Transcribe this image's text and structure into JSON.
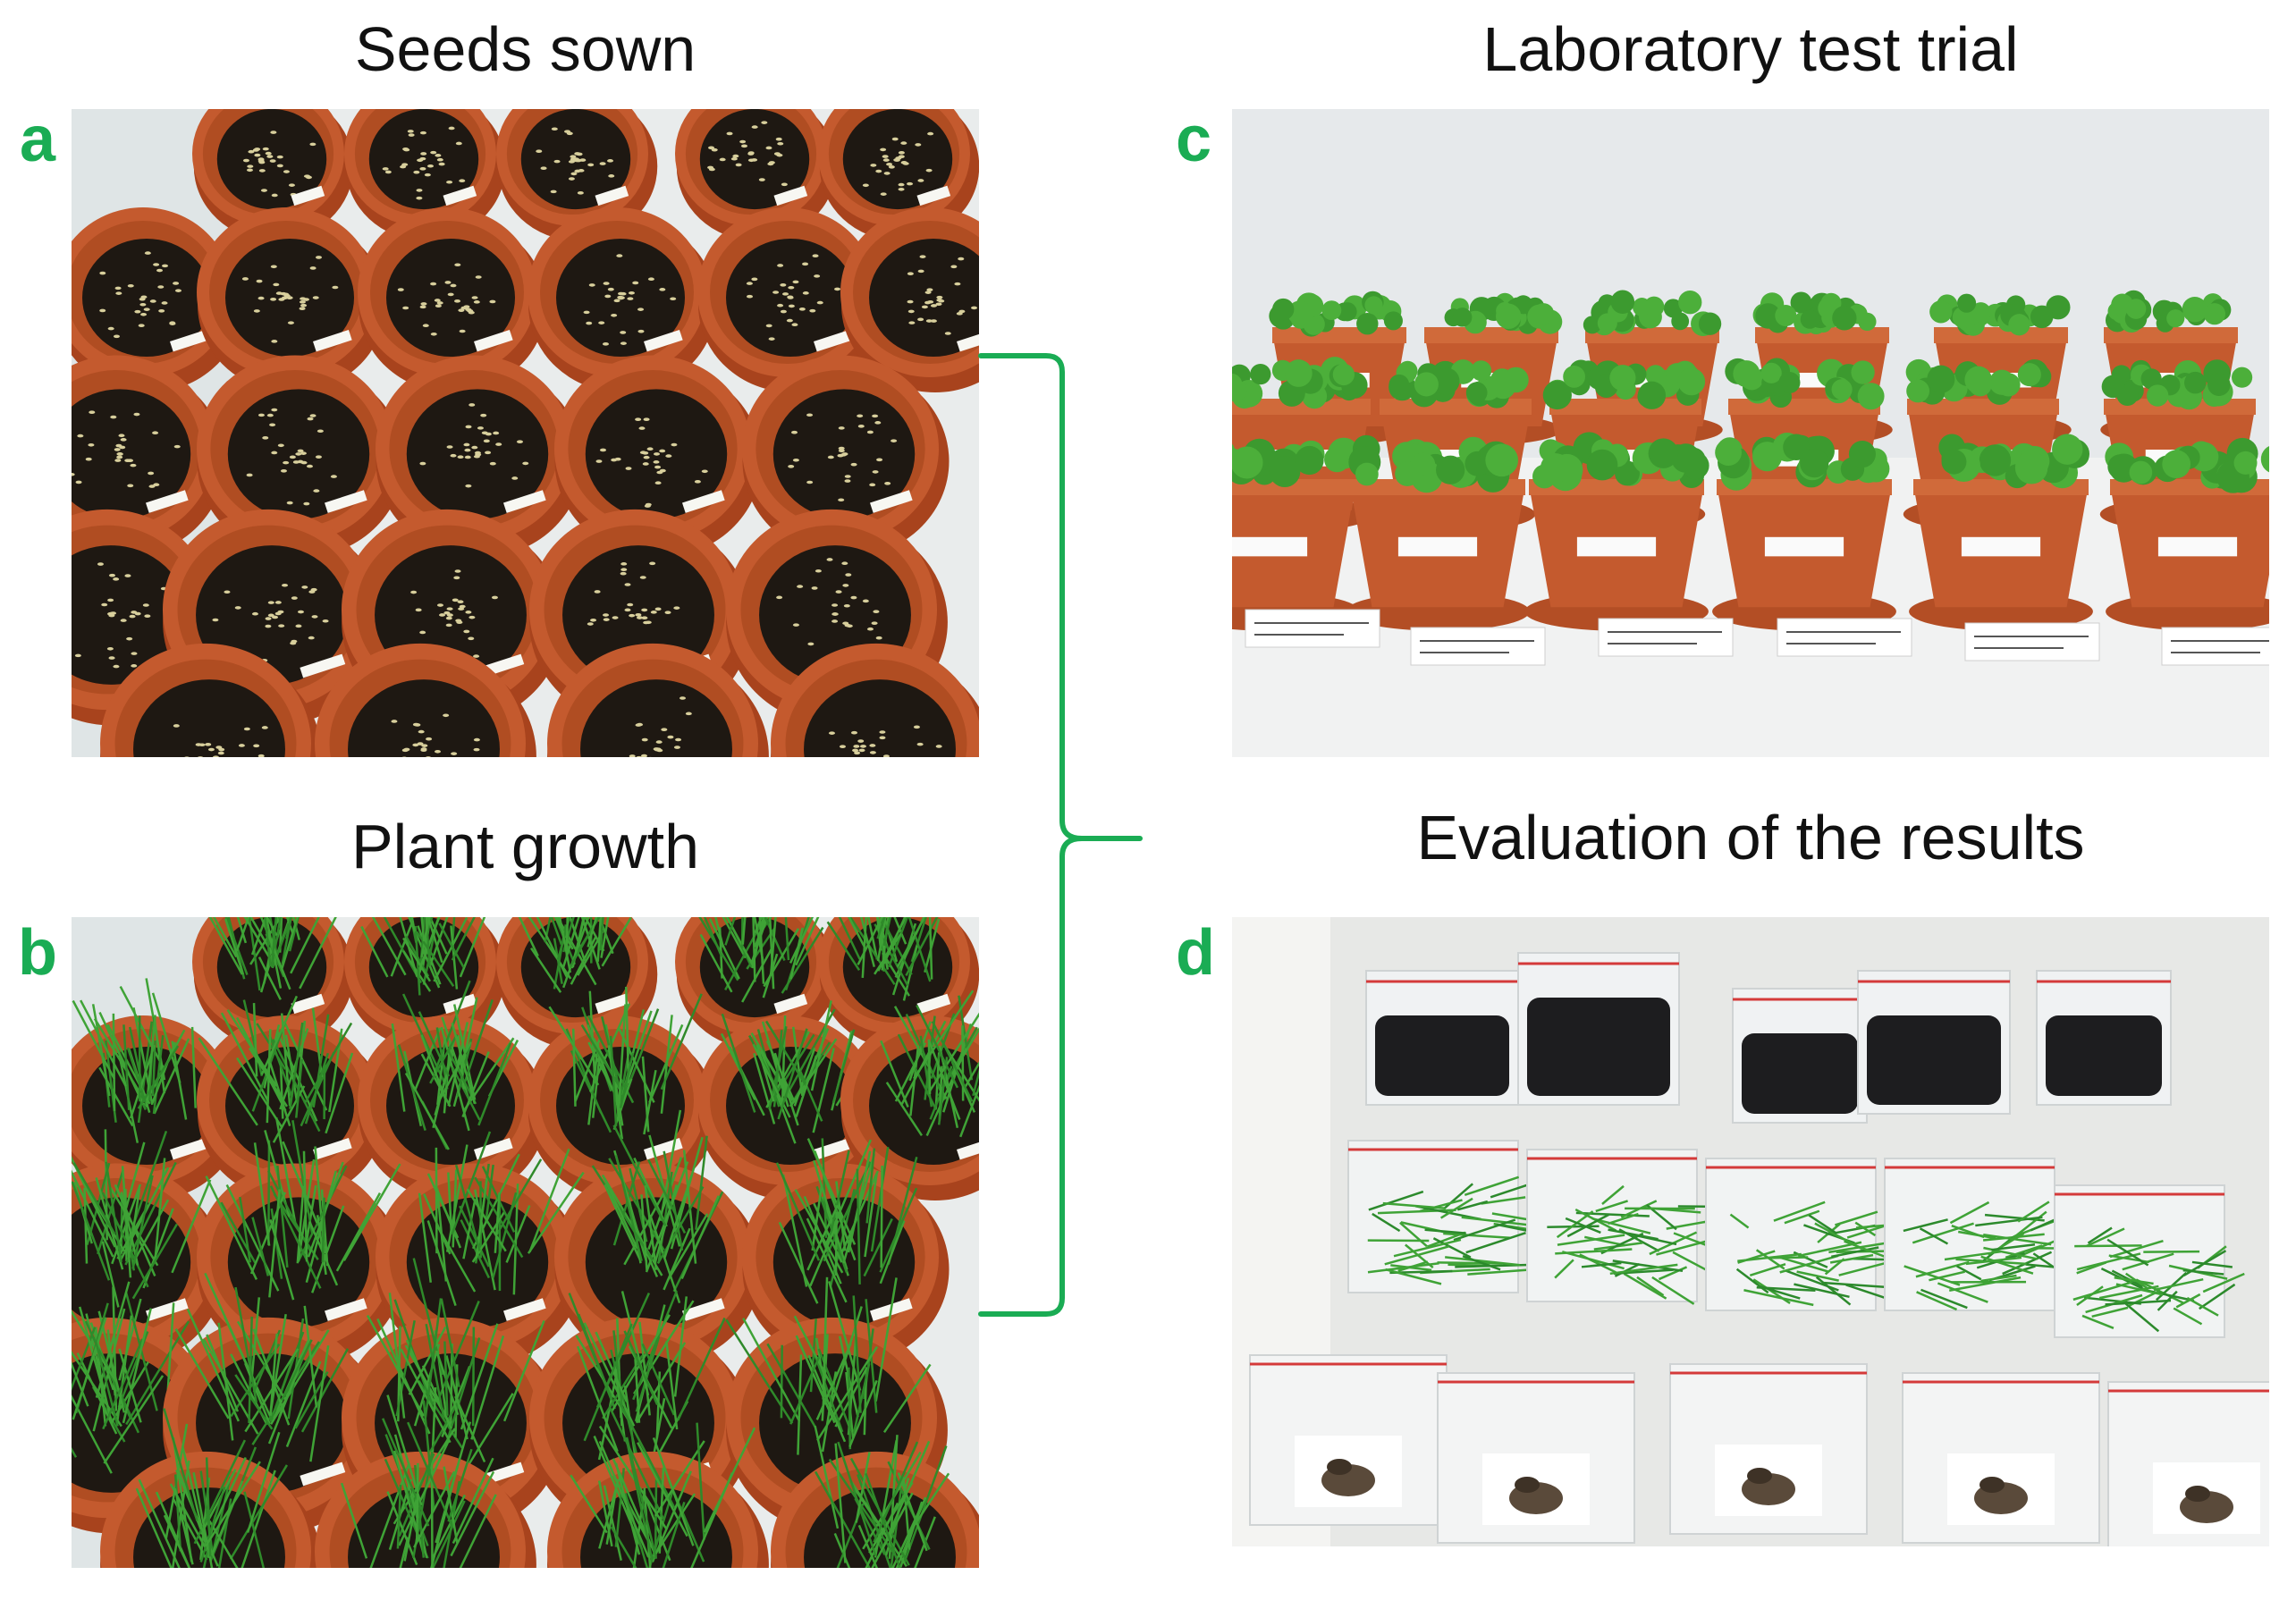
{
  "panels": [
    {
      "id": "a",
      "label": "a",
      "title": "Seeds sown"
    },
    {
      "id": "b",
      "label": "b",
      "title": "Plant growth"
    },
    {
      "id": "c",
      "label": "c",
      "title": "Laboratory test trial"
    },
    {
      "id": "d",
      "label": "d",
      "title": "Evaluation of the results"
    }
  ],
  "colors": {
    "label": "#1aac54",
    "bracket": "#1aac54",
    "terracotta": "#c45a2e",
    "soil": "#1e1812",
    "grass": "#3fa336",
    "seedling": "#4caf3a",
    "background": "#eef0ef"
  }
}
